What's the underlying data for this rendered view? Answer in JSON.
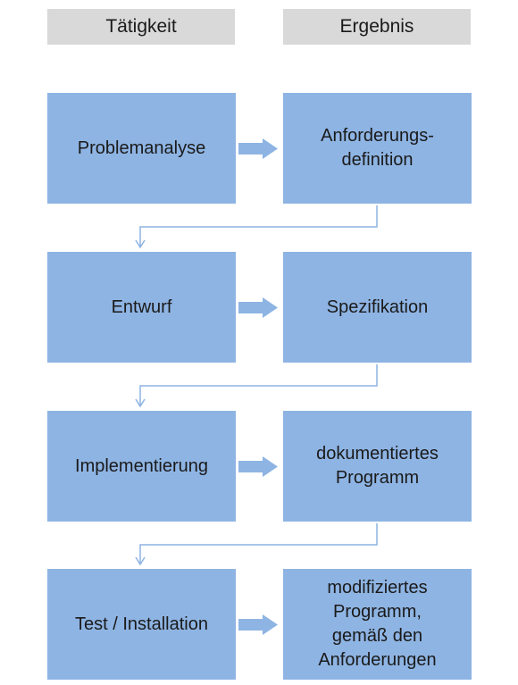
{
  "headers": {
    "activity": "Tätigkeit",
    "result": "Ergebnis"
  },
  "rows": [
    {
      "activity": "Problemanalyse",
      "result": "Anforderungs-\ndefinition"
    },
    {
      "activity": "Entwurf",
      "result": "Spezifikation"
    },
    {
      "activity": "Implementierung",
      "result": "dokumentiertes\nProgramm"
    },
    {
      "activity": "Test / Installation",
      "result": "modifiziertes\nProgramm,\ngemäß den\nAnforderungen"
    }
  ],
  "colors": {
    "header_fill": "#d9d9d9",
    "box_fill": "#8eb4e3",
    "arrow_fill": "#8eb4e3",
    "connector_stroke": "#8eb4e3"
  }
}
